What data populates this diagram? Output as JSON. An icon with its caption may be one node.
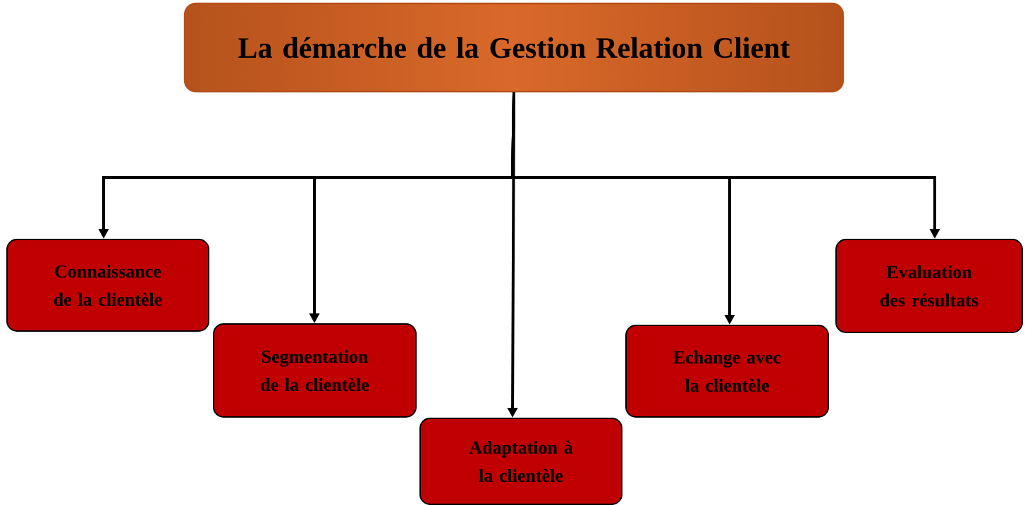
{
  "diagram": {
    "nodes": [
      {
        "text": [
          "La démarche de la Gestion Relation Client"
        ]
      },
      {
        "text": [
          "Connaissance de la clientèle"
        ]
      },
      {
        "text": [
          "Segmentation de la clientèle"
        ]
      },
      {
        "text": [
          "Adaptation à la clientèle"
        ]
      },
      {
        "text": [
          "Echange avec la clientèle"
        ]
      },
      {
        "text": [
          "Evaluation des résultats"
        ]
      }
    ],
    "edges": [
      {
        "from": 0,
        "to": 1,
        "arrow": "to"
      },
      {
        "from": 0,
        "to": 2,
        "arrow": "to"
      },
      {
        "from": 0,
        "to": 3,
        "arrow": "to"
      },
      {
        "from": 0,
        "to": 4,
        "arrow": "to"
      },
      {
        "from": 0,
        "to": 5,
        "arrow": "to"
      }
    ]
  }
}
